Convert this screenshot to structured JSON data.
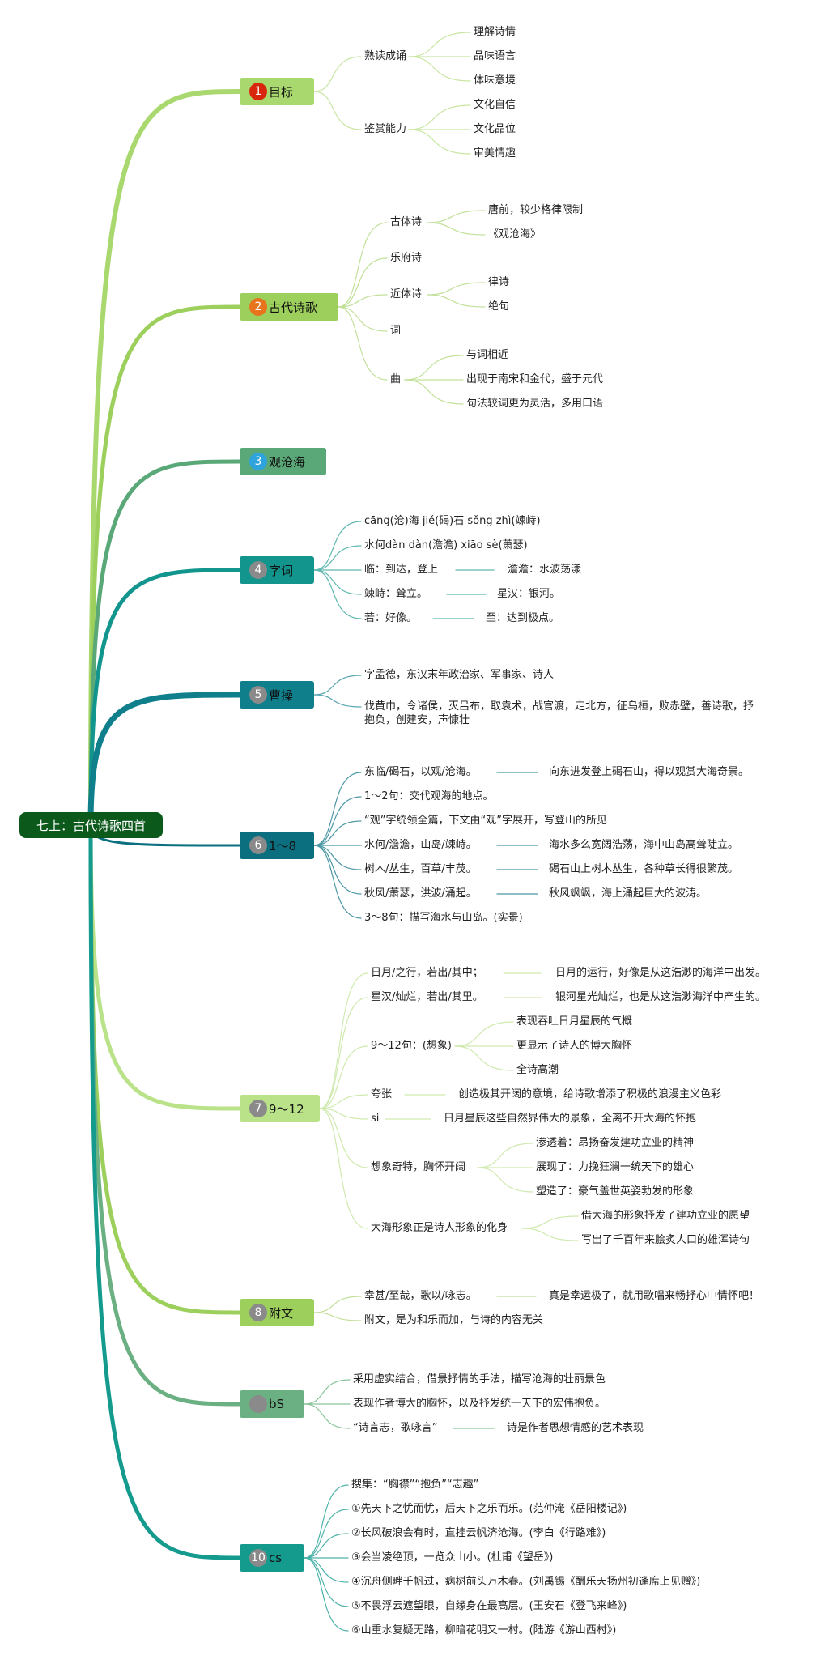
{
  "root": {
    "label": "七上：古代诗歌四首"
  },
  "branches": {
    "b1": {
      "num": "1",
      "label": "目标",
      "color": "#a9d86e",
      "badge": "#d8260d",
      "c1": "熟读成诵",
      "c1a": "理解诗情",
      "c1b": "品味语言",
      "c1c": "体味意境",
      "c2": "鉴赏能力",
      "c2a": "文化自信",
      "c2b": "文化品位",
      "c2c": "审美情趣"
    },
    "b2": {
      "num": "2",
      "label": "古代诗歌",
      "color": "#9ccf5c",
      "badge": "#e7741d",
      "c1": "古体诗",
      "c1a": "唐前，较少格律限制",
      "c1b": "《观沧海》",
      "c2": "乐府诗",
      "c3": "近体诗",
      "c3a": "律诗",
      "c3b": "绝句",
      "c4": "词",
      "c5": "曲",
      "c5a": "与词相近",
      "c5b": "出现于南宋和金代，盛于元代",
      "c5c": "句法较词更为灵活，多用口语"
    },
    "b3": {
      "num": "3",
      "label": "观沧海",
      "color": "#5aa878",
      "badge": "#2ea3dc"
    },
    "b4": {
      "num": "4",
      "label": "字词",
      "color": "#12958c",
      "badge": "#8a8a8a",
      "c1": "cāng(沧)海        jié(碣)石     sǒng zhì(竦峙)",
      "c2": "水何dàn dàn(澹澹) xiāo sè(萧瑟)",
      "c3": "临：到达，登上",
      "c3r": "澹澹：水波荡漾",
      "c4": "竦峙：耸立。",
      "c4r": "星汉：银河。",
      "c5": "若：好像。",
      "c5r": "至：达到极点。"
    },
    "b5": {
      "num": "5",
      "label": "曹操",
      "color": "#0f7f8c",
      "badge": "#8a8a8a",
      "c1": "字孟德，东汉末年政治家、军事家、诗人",
      "c2": "伐黄巾，令诸侯，灭吕布，取袁术，战官渡，定北方，征乌桓，败赤壁，善诗歌，抒抱负，创建安，声慷壮"
    },
    "b6": {
      "num": "6",
      "label": "1～8",
      "color": "#0b6f80",
      "badge": "#8a8a8a",
      "c1": "东临/碣石，以观/沧海。",
      "c1r": "向东进发登上碣石山，得以观赏大海奇景。",
      "c2": "1～2句：交代观海的地点。",
      "c3": "“观”字统领全篇，下文由“观”字展开，写登山的所见",
      "c4": "水何/澹澹，山岛/竦峙。",
      "c4r": "海水多么宽阔浩荡，海中山岛高耸陡立。",
      "c5": "树木/丛生，百草/丰茂。",
      "c5r": "碣石山上树木丛生，各种草长得很繁茂。",
      "c6": "秋风/萧瑟，洪波/涌起。",
      "c6r": "秋风飒飒，海上涌起巨大的波涛。",
      "c7": "3～8句：描写海水与山岛。(实景)"
    },
    "b7": {
      "num": "7",
      "label": "9～12",
      "color": "#b9e289",
      "badge": "#8a8a8a",
      "c1": "日月/之行，若出/其中；",
      "c1r": "日月的运行，好像是从这浩渺的海洋中出发。",
      "c2": "星汉/灿烂，若出/其里。",
      "c2r": "银河星光灿烂，也是从这浩渺海洋中产生的。",
      "c3": "9～12句：(想象)",
      "c3a": "表现吞吐日月星辰的气概",
      "c3b": "更显示了诗人的博大胸怀",
      "c3c": "全诗高潮",
      "c4": "夸张",
      "c4r": "创造极其开阔的意境，给诗歌增添了积极的浪漫主义色彩",
      "c5": "si",
      "c5r": "日月星辰这些自然界伟大的景象，全离不开大海的怀抱",
      "c6": "想象奇特，胸怀开阔",
      "c6a": "渗透着：昂扬奋发建功立业的精神",
      "c6b": "展现了：力挽狂澜一统天下的雄心",
      "c6c": "塑造了：豪气盖世英姿勃发的形象",
      "c7": "大海形象正是诗人形象的化身",
      "c7a": "借大海的形象抒发了建功立业的愿望",
      "c7b": "写出了千百年来脍炙人口的雄浑诗句"
    },
    "b8": {
      "num": "8",
      "label": "附文",
      "color": "#9ccf5c",
      "badge": "#8a8a8a",
      "c1": "幸甚/至哉，歌以/咏志。",
      "c1r": "真是幸运极了，就用歌唱来畅抒心中情怀吧！",
      "c2": "附文，是为和乐而加，与诗的内容无关"
    },
    "b9": {
      "num": "",
      "label": "bS",
      "color": "#6bb082",
      "badge": "#8a8a8a",
      "c1": "采用虚实结合，借景抒情的手法，描写沧海的壮丽景色",
      "c2": "表现作者博大的胸怀，以及抒发统一天下的宏伟抱负。",
      "c3": "“诗言志，歌咏言”",
      "c3r": "诗是作者思想情感的艺术表现"
    },
    "b10": {
      "num": "10",
      "label": "cs",
      "color": "#159a8e",
      "badge": "#8a8a8a",
      "c1": "搜集：“胸襟”“抱负”“志趣”",
      "c2": "①先天下之忧而忧，后天下之乐而乐。(范仲淹《岳阳楼记》)",
      "c3": "②长风破浪会有时，直挂云帆济沧海。(李白《行路难》)",
      "c4": "③会当凌绝顶，一览众山小。(杜甫《望岳》)",
      "c5": "④沉舟侧畔千帆过，病树前头万木春。(刘禹锡《酬乐天扬州初逢席上见赠》)",
      "c6": "⑤不畏浮云遮望眼，自缘身在最高层。(王安石《登飞来峰》)",
      "c7": "⑥山重水复疑无路，柳暗花明又一村。(陆游《游山西村》)"
    }
  }
}
